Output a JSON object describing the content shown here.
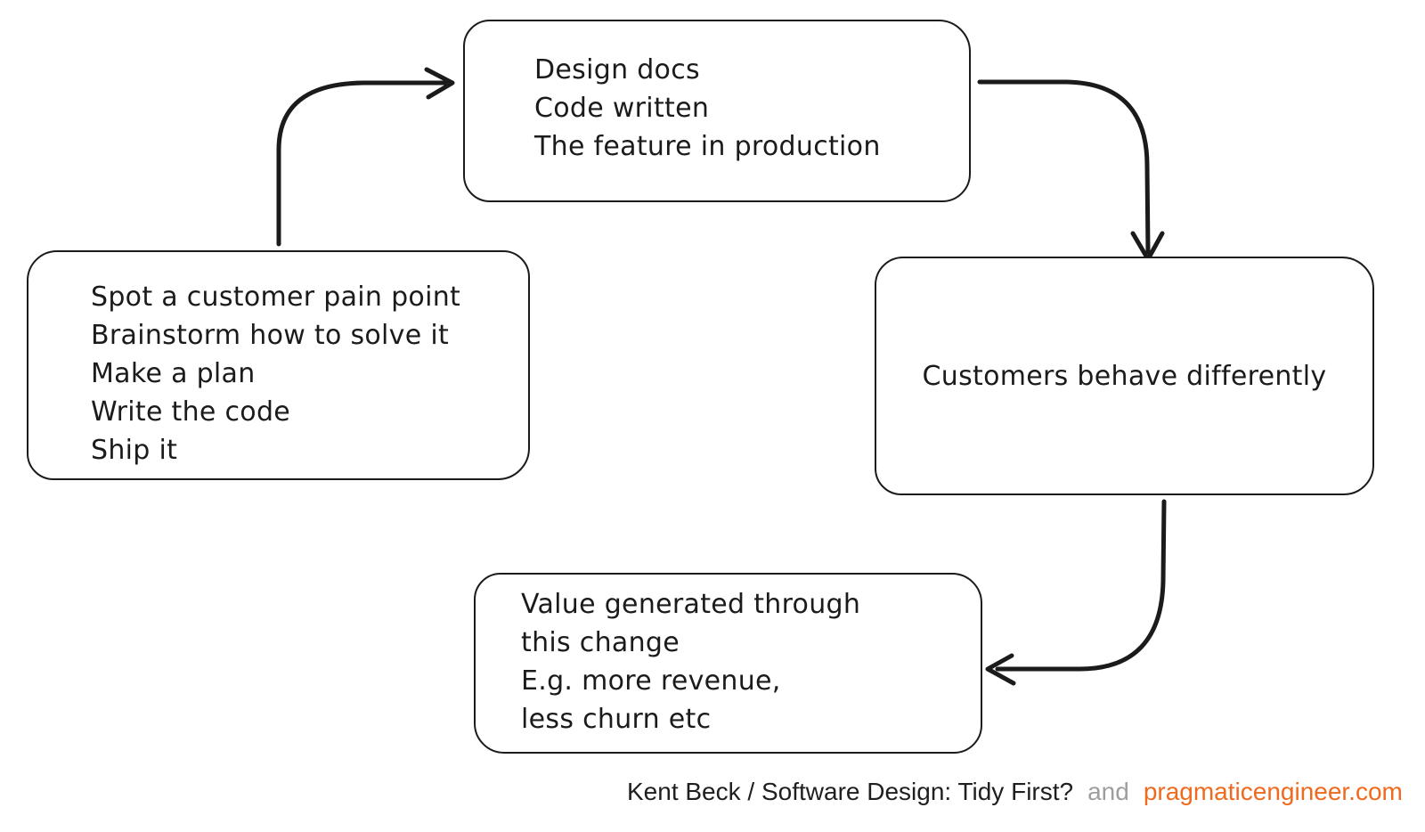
{
  "colors": {
    "ink": "#1b1b1b",
    "background": "#ffffff",
    "link_orange": "#ee6a1e",
    "muted_gray": "#9e9e9e"
  },
  "boxes": {
    "plan": {
      "lines": [
        "Spot a customer pain point",
        "Brainstorm how to solve it",
        "Make a plan",
        "Write the code",
        "Ship it"
      ]
    },
    "build_output": {
      "lines": [
        "Design docs",
        "Code written",
        "The feature in production"
      ]
    },
    "customer_behavior": {
      "lines": [
        "Customers behave differently"
      ]
    },
    "value": {
      "lines": [
        "Value generated through",
        "this change",
        "E.g. more revenue,",
        "less churn etc"
      ]
    }
  },
  "arrows": [
    {
      "from": "plan",
      "to": "build_output"
    },
    {
      "from": "build_output",
      "to": "customer_behavior"
    },
    {
      "from": "customer_behavior",
      "to": "value"
    }
  ],
  "footer": {
    "attribution": "Kent Beck / Software Design: Tidy First?",
    "conjunction": "and",
    "site": "pragmaticengineer.com"
  }
}
